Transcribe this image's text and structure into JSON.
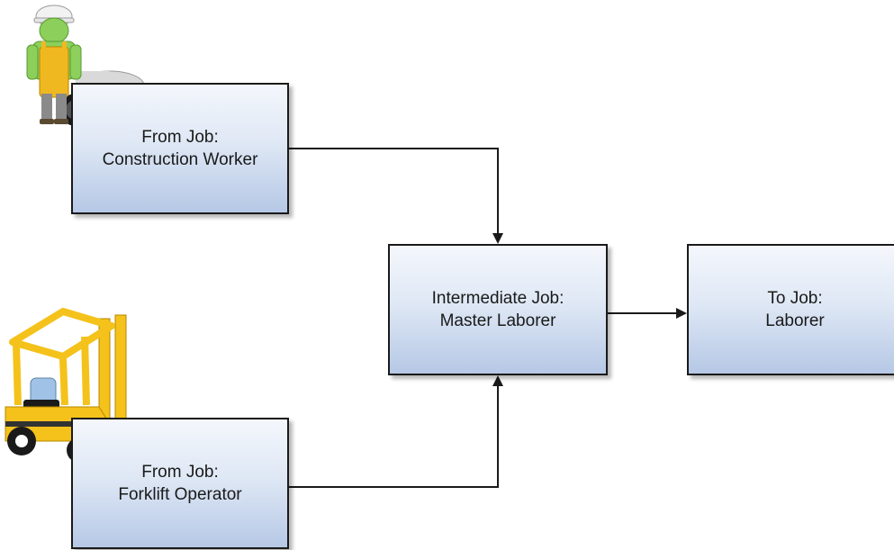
{
  "diagram": {
    "nodes": {
      "from_construction": {
        "line1": "From Job:",
        "line2": "Construction Worker"
      },
      "from_forklift": {
        "line1": "From Job:",
        "line2": "Forklift Operator"
      },
      "intermediate": {
        "line1": "Intermediate Job:",
        "line2": "Master Laborer"
      },
      "to_job": {
        "line1": "To Job:",
        "line2": "Laborer"
      }
    },
    "edges": [
      {
        "from": "from_construction",
        "to": "intermediate"
      },
      {
        "from": "from_forklift",
        "to": "intermediate"
      },
      {
        "from": "intermediate",
        "to": "to_job"
      }
    ],
    "illustrations": [
      "construction-worker-icon",
      "forklift-icon"
    ],
    "colors": {
      "node_fill_top": "#f4f7fc",
      "node_fill_bottom": "#b6c8e6",
      "node_border": "#1a1a1a",
      "connector": "#1a1a1a",
      "worker_skin": "#8ccf5a",
      "worker_overalls": "#f0b820",
      "forklift_body": "#f4c21a"
    }
  }
}
